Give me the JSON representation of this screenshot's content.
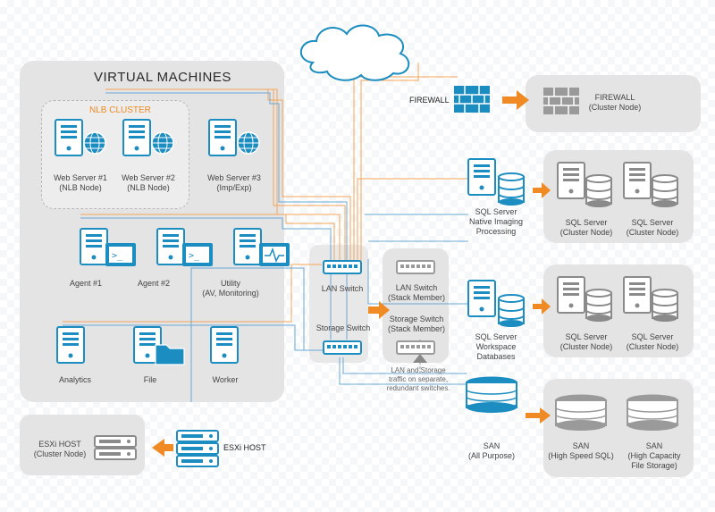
{
  "colors": {
    "accent_blue": "#1c8dc0",
    "orange": "#f08a24",
    "gray_icon": "#9a9a9a",
    "panel": "#e4e4e4"
  },
  "vm": {
    "title": "VIRTUAL MACHINES",
    "nlb_title": "NLB CLUSTER"
  },
  "servers": {
    "web1": "Web Server #1\n(NLB Node)",
    "web2": "Web Server #2\n(NLB Node)",
    "web3": "Web Server #3\n(Imp/Exp)",
    "agent1": "Agent #1",
    "agent2": "Agent #2",
    "utility": "Utility\n(AV, Monitoring)",
    "analytics": "Analytics",
    "file": "File",
    "worker": "Worker"
  },
  "esxi": {
    "host": "ESXi HOST",
    "cluster": "ESXi HOST\n(Cluster Node)"
  },
  "network": {
    "lan_switch": "LAN Switch",
    "storage_switch": "Storage Switch",
    "lan_stack": "LAN Switch\n(Stack Member)",
    "storage_stack": "Storage Switch\n(Stack Member)",
    "note": "LAN and Storage\ntraffic on separate,\nredundant switches."
  },
  "firewall": {
    "main": "FIREWALL",
    "cluster": "FIREWALL\n(Cluster Node)"
  },
  "sql": {
    "native": "SQL Server\nNative Imaging\nProcessing",
    "workspace": "SQL Server\nWorkspace\nDatabases",
    "cluster": "SQL Server\n(Cluster Node)"
  },
  "san": {
    "main": "SAN\n(All Purpose)",
    "speed": "SAN\n(High Speed SQL)",
    "capacity": "SAN\n(High Capacity\nFile Storage)"
  }
}
